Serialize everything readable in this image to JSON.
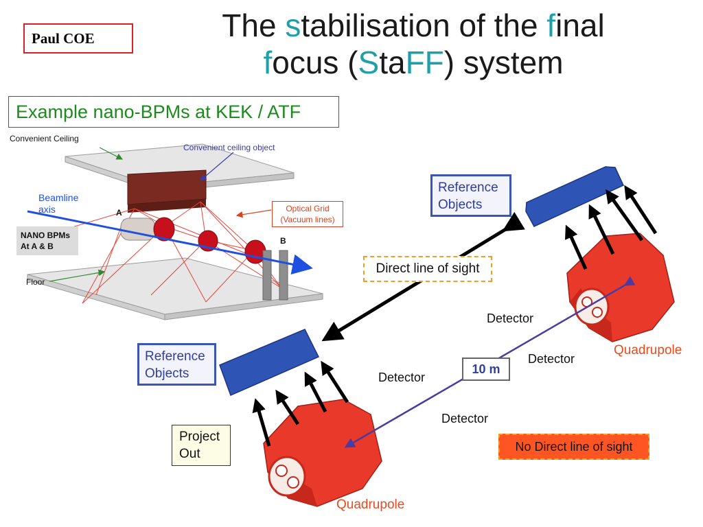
{
  "author": "Paul COE",
  "title": {
    "parts": [
      {
        "text": "The ",
        "hl": false
      },
      {
        "text": "s",
        "hl": true
      },
      {
        "text": "tabilisation of the ",
        "hl": false
      },
      {
        "text": "f",
        "hl": true
      },
      {
        "text": "inal",
        "hl": false
      },
      {
        "br": true
      },
      {
        "text": "f",
        "hl": true
      },
      {
        "text": "ocus (",
        "hl": false
      },
      {
        "text": "S",
        "hl": true
      },
      {
        "text": "ta",
        "hl": false
      },
      {
        "text": "FF",
        "hl": true
      },
      {
        "text": ") system",
        "hl": false
      }
    ]
  },
  "example_heading": "Example nano-BPMs at KEK / ATF",
  "illustration": {
    "ceiling_label": "Convenient Ceiling",
    "ceiling_object_label": "Convenient ceiling object",
    "beamline_label_1": "Beamline",
    "beamline_label_2": "axis",
    "point_a": "A",
    "point_b": "B",
    "optical_grid_1": "Optical Grid",
    "optical_grid_2": "(Vacuum lines)",
    "nano_bpms_1": "NANO BPMs",
    "nano_bpms_2": "At A & B",
    "floor_label": "Floor"
  },
  "diagram": {
    "ref_objects_top_1": "Reference",
    "ref_objects_top_2": "Objects",
    "ref_objects_bottom_1": "Reference",
    "ref_objects_bottom_2": "Objects",
    "direct_line_of_sight": "Direct line of sight",
    "detector_1": "Detector",
    "detector_2": "Detector",
    "detector_3": "Detector",
    "detector_4": "Detector",
    "distance": "10 m",
    "quadrupole_top": "Quadrupole",
    "quadrupole_bottom": "Quadrupole",
    "no_direct_line_of_sight": "No Direct line of sight",
    "project_out_1": "Project",
    "project_out_2": "Out"
  },
  "colors": {
    "title_highlight": "#1fa0a8",
    "heading_green": "#1d8a1d",
    "reference_blue": "#2e55b5",
    "quadrupole_red": "#e8392b",
    "quadrupole_label": "#e84a1e",
    "beam_arrow": "#1f4fe0",
    "distance_line": "#5a3ea8",
    "callout_orange": "#f0a020",
    "no_los_fill": "#ff5522"
  }
}
